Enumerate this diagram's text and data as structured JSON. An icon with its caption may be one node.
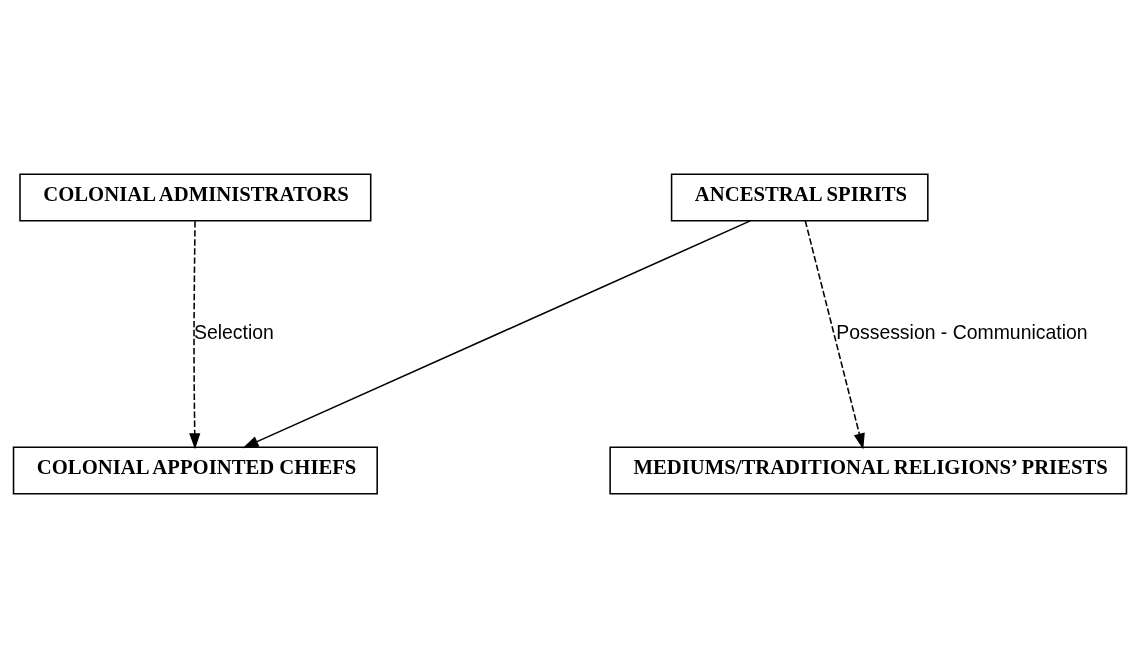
{
  "diagram": {
    "nodes": [
      {
        "text": [
          "COLONIAL ADMINISTRATORS"
        ]
      },
      {
        "text": [
          "ANCESTRAL SPIRITS"
        ]
      },
      {
        "text": [
          "COLONIAL APPOINTED CHIEFS"
        ]
      },
      {
        "text": [
          "MEDIUMS/TRADITIONAL RELIGIONS’ PRIESTS"
        ]
      }
    ],
    "edges": [
      {
        "from": 0,
        "to": 2,
        "arrow": "to",
        "label": "Selection",
        "style": "dashed"
      },
      {
        "from": 1,
        "to": 2,
        "arrow": "to"
      },
      {
        "from": 1,
        "to": 3,
        "arrow": "to",
        "label": "Possession - Communication",
        "style": "dashed"
      }
    ]
  }
}
